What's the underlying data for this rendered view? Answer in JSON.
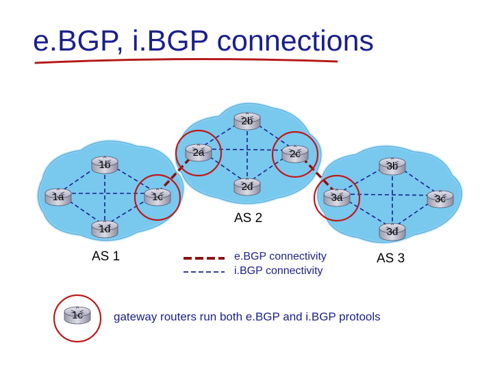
{
  "title": "e.BGP, i.BGP connections",
  "colors": {
    "title": "#1a1f8c",
    "cloud": "#79c8ee",
    "cloud_edge": "#3d9fd6",
    "ebgp_line": "#8b1010",
    "ibgp_line": "#1a1f8c",
    "highlight": "#c01818",
    "router": "#b8b8c8"
  },
  "autonomous_systems": [
    {
      "label": "AS 1",
      "routers": [
        "1a",
        "1b",
        "1c",
        "1d"
      ]
    },
    {
      "label": "AS 2",
      "routers": [
        "2a",
        "2b",
        "2c",
        "2d"
      ]
    },
    {
      "label": "AS 3",
      "routers": [
        "3a",
        "3b",
        "3c",
        "3d"
      ]
    }
  ],
  "routers": [
    "1a",
    "1b",
    "1c",
    "1d",
    "2a",
    "2b",
    "2c",
    "2d",
    "3a",
    "3b",
    "3c",
    "3d"
  ],
  "gateway_routers": [
    "1c",
    "2a",
    "2c",
    "3a"
  ],
  "ebgp_links": [
    [
      "1c",
      "2a"
    ],
    [
      "2c",
      "3a"
    ]
  ],
  "ibgp_links": [
    [
      "1a",
      "1b"
    ],
    [
      "1a",
      "1d"
    ],
    [
      "1a",
      "1c"
    ],
    [
      "1b",
      "1c"
    ],
    [
      "1d",
      "1c"
    ],
    [
      "1b",
      "1d"
    ],
    [
      "2a",
      "2b"
    ],
    [
      "2a",
      "2c"
    ],
    [
      "2a",
      "2d"
    ],
    [
      "2b",
      "2c"
    ],
    [
      "2b",
      "2d"
    ],
    [
      "2c",
      "2d"
    ],
    [
      "3a",
      "3b"
    ],
    [
      "3a",
      "3c"
    ],
    [
      "3a",
      "3d"
    ],
    [
      "3b",
      "3c"
    ],
    [
      "3b",
      "3d"
    ],
    [
      "3c",
      "3d"
    ]
  ],
  "legend": {
    "ebgp": "e.BGP connectivity",
    "ibgp": "i.BGP connectivity"
  },
  "legend_router": "1c",
  "note": "gateway routers run both e.BGP and i.BGP protools"
}
